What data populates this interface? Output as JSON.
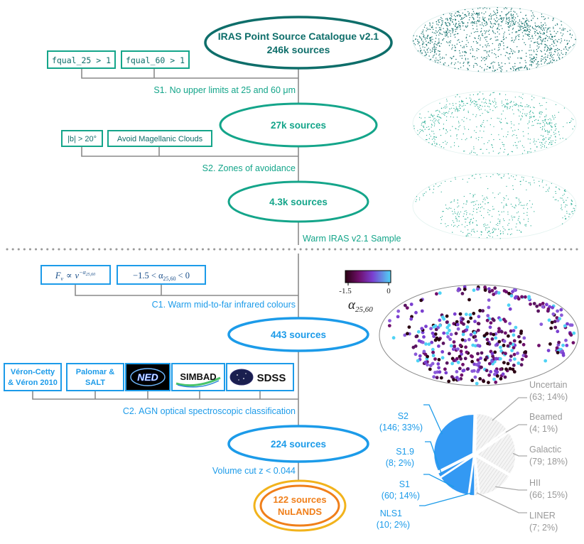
{
  "colors": {
    "teal_dark": "#0e6e6a",
    "teal": "#14a58a",
    "blue": "#1c9be9",
    "orange": "#f07f1a",
    "gold": "#f2b31c",
    "gray": "#999999",
    "line": "#8a8a8a",
    "agn_blue": "#3399f3"
  },
  "stages": {
    "iras": {
      "title": "IRAS Point Source Catalogue v2.1",
      "count": "246k sources"
    },
    "s1_count": "27k sources",
    "s2_count": "4.3k sources",
    "c1_count": "443 sources",
    "c2_count": "224 sources",
    "final": {
      "count": "122 sources",
      "name": "NuLANDS"
    }
  },
  "cuts": {
    "s1": {
      "label": "S1. No upper limits at 25 and 60 μm",
      "boxes": [
        "fqual_25 > 1",
        "fqual_60 > 1"
      ]
    },
    "s2": {
      "label": "S2. Zones of avoidance",
      "boxes": [
        "|b| > 20°",
        "Avoid Magellanic Clouds"
      ]
    },
    "warm": "Warm IRAS v2.1 Sample",
    "c1": {
      "label": "C1. Warm mid-to-far infrared colours",
      "box1_lhs": "F",
      "box1_nu": "ν",
      "box1_prop": "∝",
      "box1_exp": "−α",
      "box1_exp_sub": "25,60",
      "box2": "−1.5 < α",
      "box2_sub": "25,60",
      "box2_rhs": "< 0"
    },
    "c2": {
      "label": "C2. AGN optical spectroscopic classification",
      "boxes": [
        "Véron-Cetty",
        "& Véron 2010",
        "Palomar &",
        "SALT"
      ],
      "logos": [
        "NED",
        "SIMBAD",
        "SDSS"
      ]
    },
    "volume": {
      "label": "Volume cut z < 0.044"
    }
  },
  "colorbar": {
    "min": "-1.5",
    "max": "0",
    "label": "α",
    "label_sub": "25,60"
  },
  "chart_data": {
    "type": "pie",
    "slices": [
      {
        "name": "S2",
        "count": 146,
        "percent": 33,
        "label": "S2",
        "detail": "(146; 33%)",
        "color": "#3399f3",
        "group": "agn"
      },
      {
        "name": "S1.9",
        "count": 8,
        "percent": 2,
        "label": "S1.9",
        "detail": "(8; 2%)",
        "color": "#3399f3",
        "group": "agn"
      },
      {
        "name": "S1",
        "count": 60,
        "percent": 14,
        "label": "S1",
        "detail": "(60; 14%)",
        "color": "#3399f3",
        "group": "agn"
      },
      {
        "name": "NLS1",
        "count": 10,
        "percent": 2,
        "label": "NLS1",
        "detail": "(10; 2%)",
        "color": "#3399f3",
        "group": "agn"
      },
      {
        "name": "LINER",
        "count": 7,
        "percent": 2,
        "label": "LINER",
        "detail": "(7; 2%)",
        "color": "#eeeeee",
        "group": "other"
      },
      {
        "name": "HII",
        "count": 66,
        "percent": 15,
        "label": "HII",
        "detail": "(66; 15%)",
        "color": "#eeeeee",
        "group": "other"
      },
      {
        "name": "Galactic",
        "count": 79,
        "percent": 18,
        "label": "Galactic",
        "detail": "(79; 18%)",
        "color": "#eeeeee",
        "group": "other"
      },
      {
        "name": "Beamed",
        "count": 4,
        "percent": 1,
        "label": "Beamed",
        "detail": "(4; 1%)",
        "color": "#eeeeee",
        "group": "other"
      },
      {
        "name": "Uncertain",
        "count": 63,
        "percent": 14,
        "label": "Uncertain",
        "detail": "(63; 14%)",
        "color": "#eeeeee",
        "group": "other"
      }
    ]
  }
}
